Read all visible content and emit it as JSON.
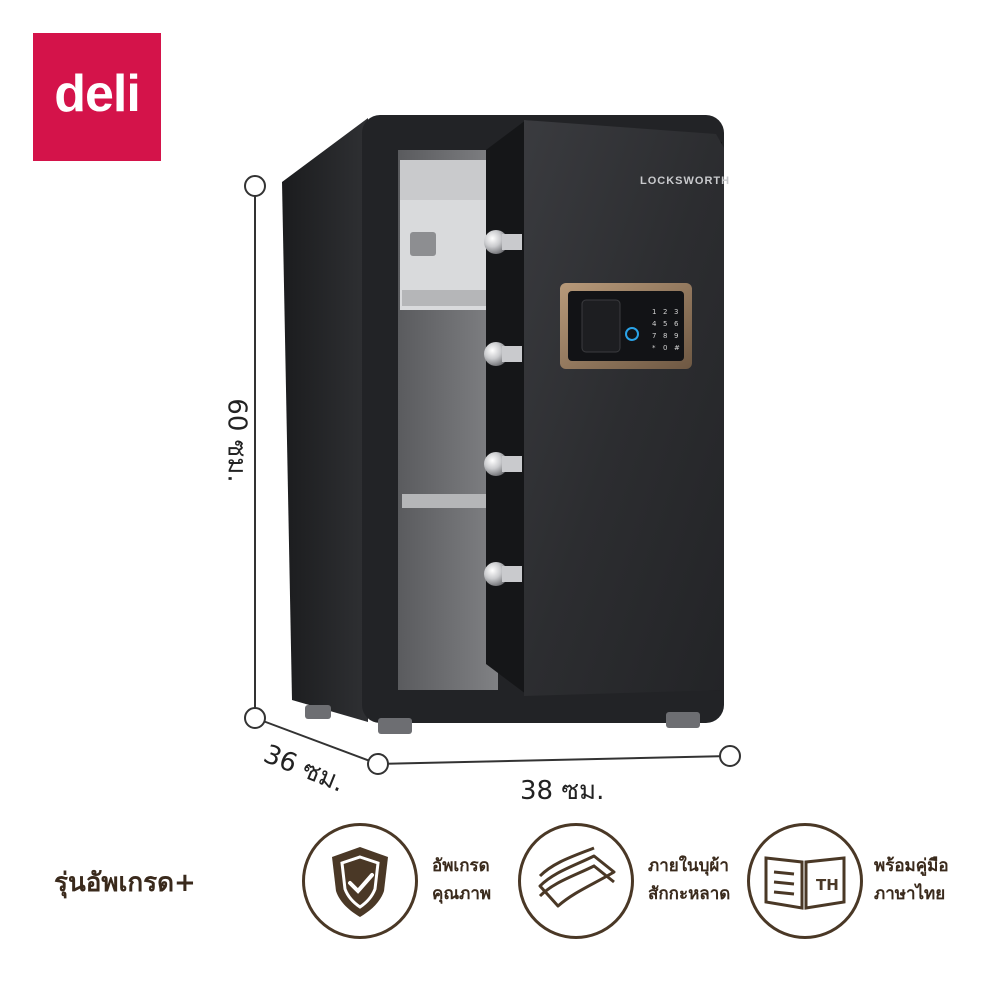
{
  "brand": {
    "logo_text": "deli",
    "color": "#d4134a"
  },
  "product": {
    "door_brand_text": "LOCKSWORTH",
    "keypad_keys": [
      "1",
      "2",
      "3",
      "4",
      "5",
      "6",
      "7",
      "8",
      "9",
      "*",
      "0",
      "#"
    ]
  },
  "dimensions": {
    "height": "60 ซม.",
    "depth": "36 ซม.",
    "width": "38 ซม."
  },
  "edition_label": "รุ่นอัพเกรด+",
  "features": [
    {
      "icon": "shield-check-icon",
      "line1": "อัพเกรด",
      "line2": "คุณภาพ"
    },
    {
      "icon": "fabric-layers-icon",
      "line1": "ภายในบุผ้า",
      "line2": "สักกะหลาด"
    },
    {
      "icon": "manual-book-icon",
      "line1": "พร้อมคู่มือ",
      "line2": "ภาษาไทย",
      "book_label": "TH"
    }
  ],
  "colors": {
    "accent_brown": "#4a3826",
    "safe_body": "#2b2c2f"
  }
}
